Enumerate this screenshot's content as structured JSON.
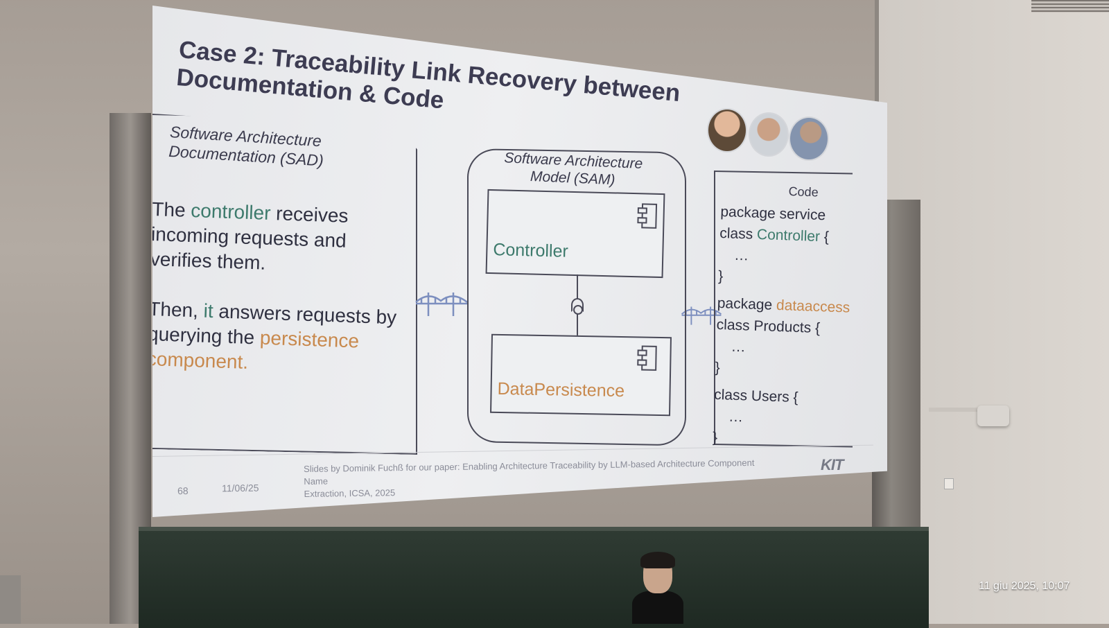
{
  "slide": {
    "title_line1": "Case 2: Traceability Link Recovery between",
    "title_line2": "Documentation & Code",
    "sad": {
      "heading_line1": "Software Architecture",
      "heading_line2": "Documentation (SAD)",
      "p1_before": "The ",
      "p1_highlight": "controller",
      "p1_after": " receives incoming requests and verifies them.",
      "p2_before": "Then, ",
      "p2_highlight": "it",
      "p2_middle": " answers requests by querying the ",
      "p2_highlight2": "persistence component."
    },
    "sam": {
      "heading_line1": "Software Architecture",
      "heading_line2": "Model (SAM)",
      "component1": "Controller",
      "component2": "DataPersistence"
    },
    "code": {
      "title": "Code",
      "l1": "package service",
      "l2_before": "class ",
      "l2_highlight": "Controller",
      "l2_after": " {",
      "l3": "…",
      "l4": "}",
      "l5_before": "package ",
      "l5_highlight": "dataaccess",
      "l6": "class Products {",
      "l7": "…",
      "l8": "}",
      "l9": "class Users {",
      "l10": "…",
      "l11": "}"
    },
    "footer": {
      "page_number": "68",
      "date": "11/06/25",
      "credit_line1": "Slides by Dominik Fuchß for our paper: Enabling Architecture Traceability by LLM-based Architecture Component Name",
      "credit_line2": "Extraction, ICSA, 2025",
      "logo": "KIT"
    },
    "colors": {
      "green": "#3d7a6c",
      "orange": "#c8894d",
      "bridge": "#7d8fbf"
    }
  },
  "photo_timestamp": "11 giu 2025, 10:07"
}
